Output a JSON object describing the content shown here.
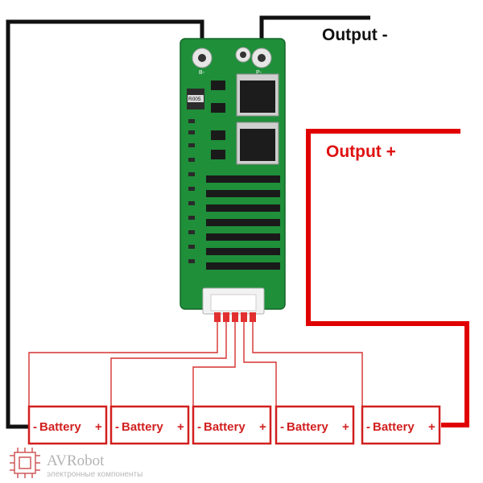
{
  "labels": {
    "output_minus": "Output -",
    "output_plus": "Output +"
  },
  "board": {
    "mosfet_marking": "R005",
    "pad_b_minus": "B-",
    "pad_p_minus": "P-"
  },
  "batteries": [
    {
      "minus": "-",
      "label": "Battery",
      "plus": "+"
    },
    {
      "minus": "-",
      "label": "Battery",
      "plus": "+"
    },
    {
      "minus": "-",
      "label": "Battery",
      "plus": "+"
    },
    {
      "minus": "-",
      "label": "Battery",
      "plus": "+"
    },
    {
      "minus": "-",
      "label": "Battery",
      "plus": "+"
    }
  ],
  "watermark": {
    "brand": "AVRobot",
    "tagline": "электронные компоненты"
  },
  "colors": {
    "wire_negative": "#111111",
    "wire_positive": "#e00000",
    "pcb_green": "#1f8f3a",
    "battery_red": "#d21f1f",
    "label_red": "#e01010"
  }
}
